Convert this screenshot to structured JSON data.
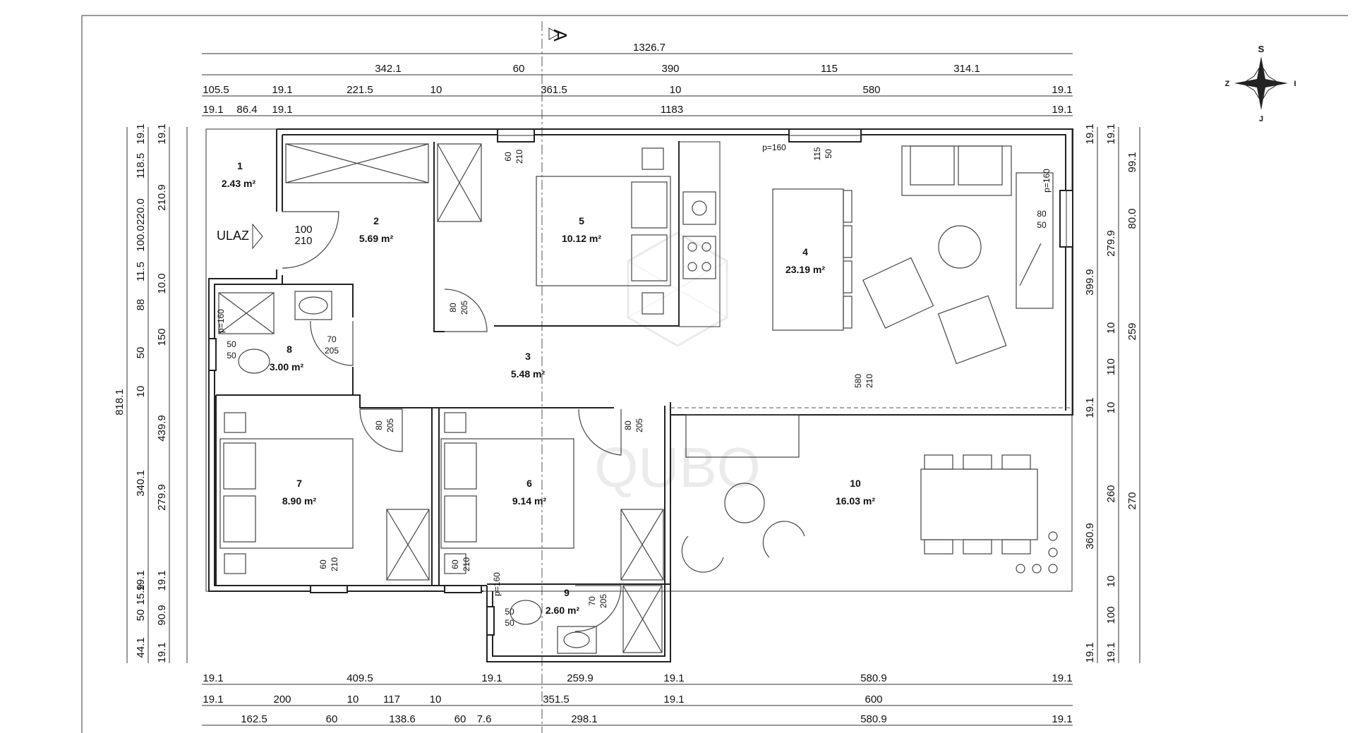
{
  "section_marker": "A",
  "compass": {
    "n": "S",
    "s": "J",
    "w": "Z",
    "e": "I"
  },
  "entrance_label": "ULAZ",
  "rooms": [
    {
      "num": "1",
      "area": "2.43 m²"
    },
    {
      "num": "2",
      "area": "5.69 m²"
    },
    {
      "num": "3",
      "area": "5.48 m²"
    },
    {
      "num": "4",
      "area": "23.19 m²"
    },
    {
      "num": "5",
      "area": "10.12 m²"
    },
    {
      "num": "6",
      "area": "9.14 m²"
    },
    {
      "num": "7",
      "area": "8.90 m²"
    },
    {
      "num": "8",
      "area": "3.00 m²"
    },
    {
      "num": "9",
      "area": "2.60 m²"
    },
    {
      "num": "10",
      "area": "16.03 m²"
    }
  ],
  "top_dims": {
    "row1": [
      "1326.7"
    ],
    "row2": [
      "342.1",
      "60",
      "390",
      "115",
      "314.1"
    ],
    "row3": [
      "105.5",
      "19.1",
      "221.5",
      "10",
      "361.5",
      "10",
      "580",
      "19.1"
    ],
    "row4": [
      "19.1",
      "86.4",
      "19.1",
      "1183",
      "19.1"
    ]
  },
  "bottom_dims": {
    "row1": [
      "19.1",
      "409.5",
      "19.1",
      "259.9",
      "19.1",
      "580.9",
      "19.1"
    ],
    "row2": [
      "19.1",
      "200",
      "10",
      "117",
      "10",
      "351.5",
      "19.1",
      "600"
    ],
    "row3": [
      "162.5",
      "60",
      "138.6",
      "60",
      "7.6",
      "298.1",
      "580.9",
      "19.1"
    ]
  },
  "left_dims": {
    "col1": [
      "818.1"
    ],
    "col2": [
      "19.1",
      "118.5",
      "220.0",
      "100.0",
      "11.5",
      "88",
      "50",
      "10",
      "340.1",
      "19.1",
      "50",
      "15.9",
      "44.1"
    ],
    "col3": [
      "19.1",
      "210.9",
      "10.0",
      "150",
      "439.9",
      "279.9",
      "19.1",
      "90.9",
      "19.1"
    ]
  },
  "right_dims": {
    "col1": [
      "19.1",
      "399.9",
      "19.1",
      "360.9",
      "19.1"
    ],
    "col2": [
      "19.1",
      "279.9",
      "10",
      "110",
      "10",
      "260",
      "10",
      "100",
      "19.1"
    ],
    "col3": [
      "99.1",
      "80.0",
      "259",
      "270"
    ]
  },
  "openings": [
    {
      "w": "100",
      "h": "210"
    },
    {
      "w": "60",
      "h": "210"
    },
    {
      "w": "115",
      "h": "50"
    },
    {
      "w": "80",
      "h": "50"
    },
    {
      "w": "80",
      "h": "205"
    },
    {
      "w": "70",
      "h": "205"
    },
    {
      "w": "50",
      "h": "50"
    },
    {
      "w": "580",
      "h": "210"
    },
    {
      "w": "80",
      "h": "205"
    },
    {
      "w": "80",
      "h": "205"
    },
    {
      "w": "60",
      "h": "210"
    },
    {
      "w": "60",
      "h": "210"
    },
    {
      "w": "70",
      "h": "205"
    },
    {
      "w": "50",
      "h": "50"
    }
  ],
  "parapets": [
    "p=160",
    "p=160",
    "p=160",
    "p=160"
  ]
}
